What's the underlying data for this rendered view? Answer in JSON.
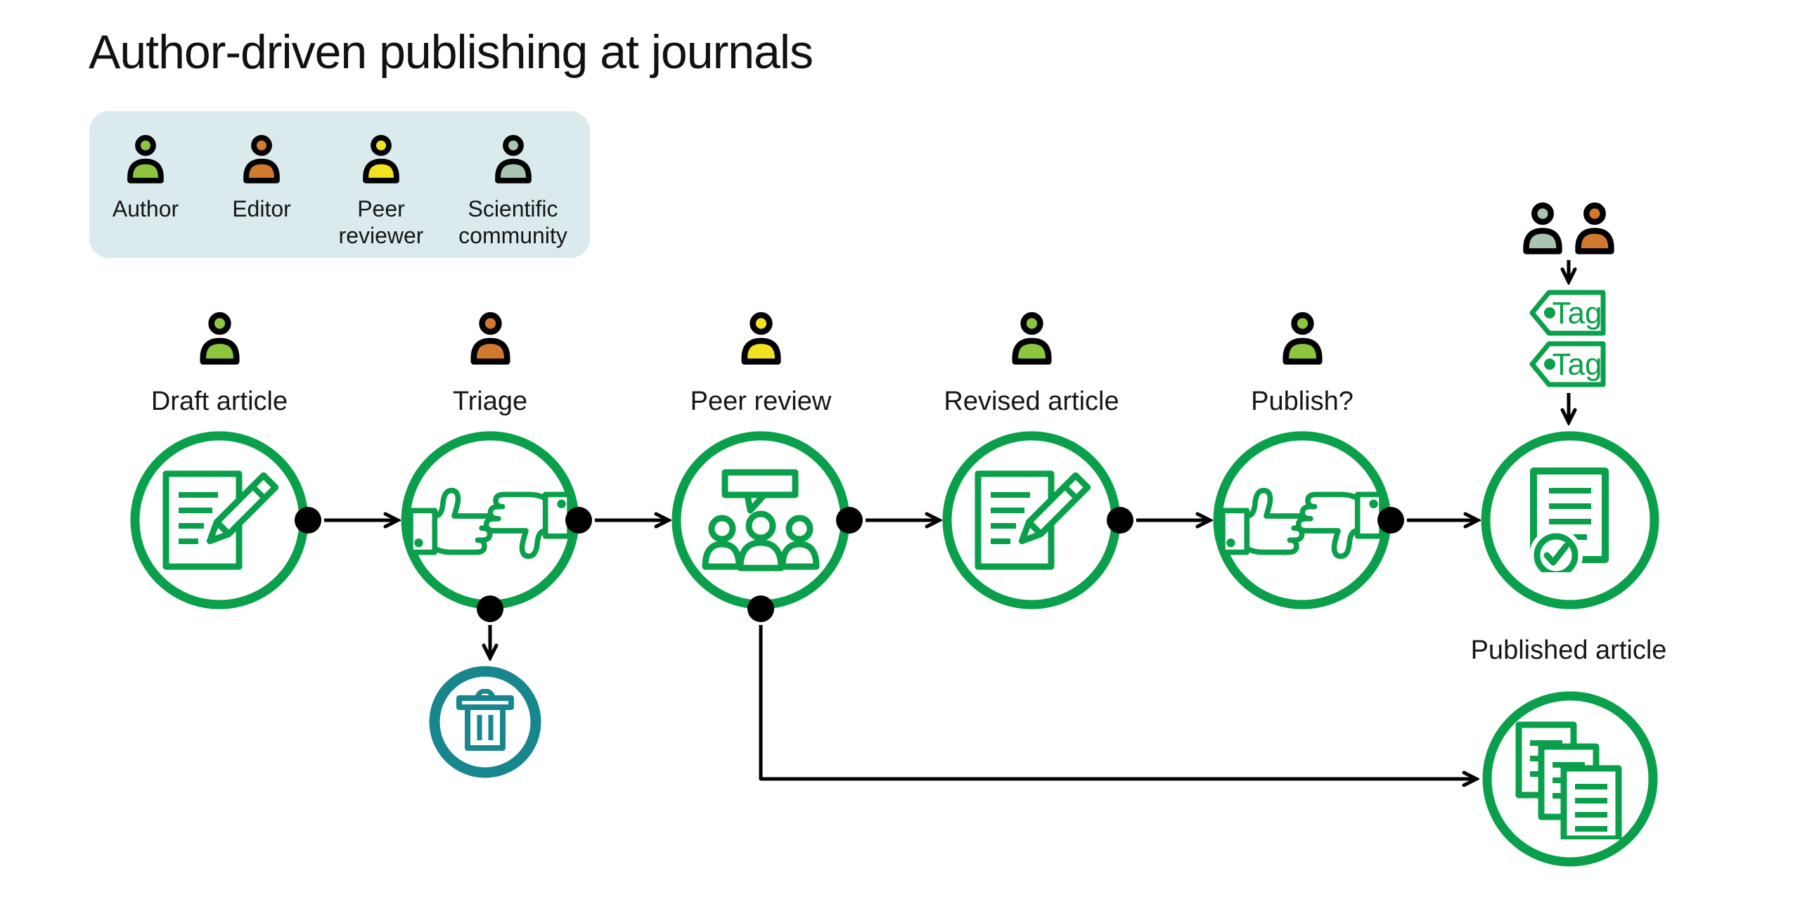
{
  "title": "Author-driven publishing at journals",
  "legend": {
    "items": [
      {
        "label": "Author",
        "color": "#8cc63e"
      },
      {
        "label": "Editor",
        "color": "#d0792f"
      },
      {
        "label": "Peer reviewer",
        "color": "#f2e120"
      },
      {
        "label": "Scientific community",
        "color": "#a9c5af"
      }
    ]
  },
  "steps": [
    {
      "label": "Draft article",
      "actor": "Author"
    },
    {
      "label": "Triage",
      "actor": "Editor"
    },
    {
      "label": "Peer review",
      "actor": "Peer reviewer"
    },
    {
      "label": "Revised article",
      "actor": "Author"
    },
    {
      "label": "Publish?",
      "actor": "Author"
    }
  ],
  "tags": {
    "labels": [
      "Tag",
      "Tag"
    ]
  },
  "published": {
    "label": "Published article"
  },
  "colors": {
    "flow_green": "#0aa04b",
    "author_green": "#8cc63e",
    "editor_orange": "#d0792f",
    "reviewer_yellow": "#f2e120",
    "community_sage": "#a9c5af",
    "trash_teal": "#17868d",
    "legend_bg": "#daeaed",
    "line_black": "#000000"
  }
}
